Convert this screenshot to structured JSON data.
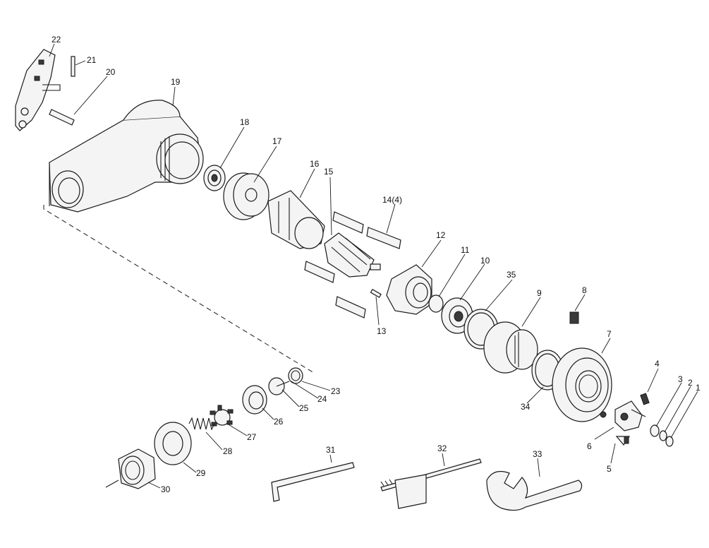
{
  "diagram": {
    "callouts": [
      "1",
      "2",
      "3",
      "4",
      "5",
      "6",
      "7",
      "8",
      "9",
      "10",
      "11",
      "12",
      "13",
      "14(4)",
      "15",
      "16",
      "17",
      "18",
      "19",
      "20",
      "21",
      "22",
      "23",
      "24",
      "25",
      "26",
      "27",
      "28",
      "29",
      "30",
      "31",
      "32",
      "33",
      "34",
      "35"
    ]
  }
}
